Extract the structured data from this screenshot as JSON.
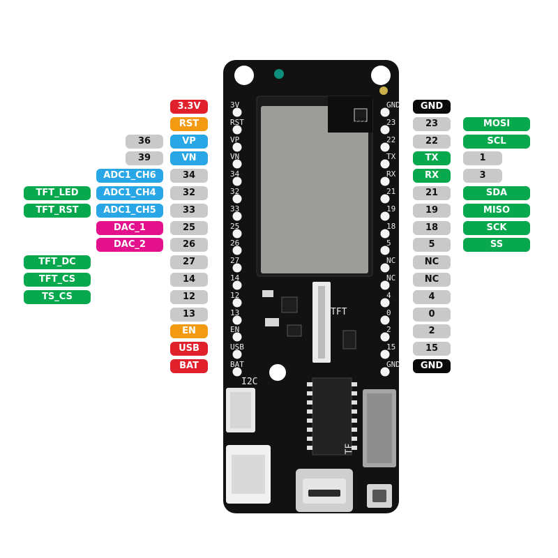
{
  "board": {
    "silk_left": [
      "3V",
      "RST",
      "VP",
      "VN",
      "34",
      "32",
      "33",
      "25",
      "26",
      "27",
      "14",
      "12",
      "13",
      "EN",
      "USB",
      "BAT"
    ],
    "silk_right": [
      "GND",
      "23",
      "22",
      "TX",
      "RX",
      "21",
      "19",
      "18",
      "5",
      "NC",
      "NC",
      "4",
      "0",
      "2",
      "15",
      "GND"
    ],
    "silk_tft": "TFT",
    "silk_i2c": "I2C",
    "silk_tf": "TF",
    "silk_module": "J39"
  },
  "left_col1": [
    {
      "row": 0,
      "text": "3.3V",
      "color": "red"
    },
    {
      "row": 1,
      "text": "RST",
      "color": "orange"
    },
    {
      "row": 2,
      "text": "36",
      "color": "gray"
    },
    {
      "row": 3,
      "text": "39",
      "color": "gray"
    },
    {
      "row": 4,
      "text": "34",
      "color": "gray"
    },
    {
      "row": 5,
      "text": "32",
      "color": "gray"
    },
    {
      "row": 6,
      "text": "33",
      "color": "gray"
    },
    {
      "row": 7,
      "text": "25",
      "color": "gray"
    },
    {
      "row": 8,
      "text": "26",
      "color": "gray"
    },
    {
      "row": 9,
      "text": "27",
      "color": "gray"
    },
    {
      "row": 10,
      "text": "14",
      "color": "gray"
    },
    {
      "row": 11,
      "text": "12",
      "color": "gray"
    },
    {
      "row": 12,
      "text": "13",
      "color": "gray"
    },
    {
      "row": 13,
      "text": "EN",
      "color": "orange"
    },
    {
      "row": 14,
      "text": "USB",
      "color": "red"
    },
    {
      "row": 15,
      "text": "BAT",
      "color": "red"
    }
  ],
  "left_col2": [
    {
      "row": 2,
      "text": "VP",
      "color": "blue"
    },
    {
      "row": 3,
      "text": "VN",
      "color": "blue"
    }
  ],
  "left_col2_gray": [
    {
      "row": 2,
      "text": "36"
    },
    {
      "row": 3,
      "text": "39"
    }
  ],
  "left_adc": [
    {
      "row": 4,
      "text": "ADC1_CH6",
      "color": "blue"
    },
    {
      "row": 5,
      "text": "ADC1_CH4",
      "color": "blue"
    },
    {
      "row": 6,
      "text": "ADC1_CH5",
      "color": "blue"
    },
    {
      "row": 7,
      "text": "DAC_1",
      "color": "magenta"
    },
    {
      "row": 8,
      "text": "DAC_2",
      "color": "magenta"
    }
  ],
  "left_tft": [
    {
      "row": 5,
      "text": "TFT_LED",
      "color": "green"
    },
    {
      "row": 6,
      "text": "TFT_RST",
      "color": "green"
    },
    {
      "row": 9,
      "text": "TFT_DC",
      "color": "green"
    },
    {
      "row": 10,
      "text": "TFT_CS",
      "color": "green"
    },
    {
      "row": 11,
      "text": "TS_CS",
      "color": "green"
    }
  ],
  "right_col1": [
    {
      "row": 0,
      "text": "GND",
      "color": "black"
    },
    {
      "row": 1,
      "text": "23",
      "color": "gray"
    },
    {
      "row": 2,
      "text": "22",
      "color": "gray"
    },
    {
      "row": 3,
      "text": "TX",
      "color": "green"
    },
    {
      "row": 4,
      "text": "RX",
      "color": "green"
    },
    {
      "row": 5,
      "text": "21",
      "color": "gray"
    },
    {
      "row": 6,
      "text": "19",
      "color": "gray"
    },
    {
      "row": 7,
      "text": "18",
      "color": "gray"
    },
    {
      "row": 8,
      "text": "5",
      "color": "gray"
    },
    {
      "row": 9,
      "text": "NC",
      "color": "gray"
    },
    {
      "row": 10,
      "text": "NC",
      "color": "gray"
    },
    {
      "row": 11,
      "text": "4",
      "color": "gray"
    },
    {
      "row": 12,
      "text": "0",
      "color": "gray"
    },
    {
      "row": 13,
      "text": "2",
      "color": "gray"
    },
    {
      "row": 14,
      "text": "15",
      "color": "gray"
    },
    {
      "row": 15,
      "text": "GND",
      "color": "black"
    }
  ],
  "right_col2": [
    {
      "row": 1,
      "text": "MOSI",
      "color": "green"
    },
    {
      "row": 2,
      "text": "SCL",
      "color": "green"
    },
    {
      "row": 3,
      "text": "1",
      "color": "gray"
    },
    {
      "row": 4,
      "text": "3",
      "color": "gray"
    },
    {
      "row": 5,
      "text": "SDA",
      "color": "green"
    },
    {
      "row": 6,
      "text": "MISO",
      "color": "green"
    },
    {
      "row": 7,
      "text": "SCK",
      "color": "green"
    },
    {
      "row": 8,
      "text": "SS",
      "color": "green"
    }
  ]
}
